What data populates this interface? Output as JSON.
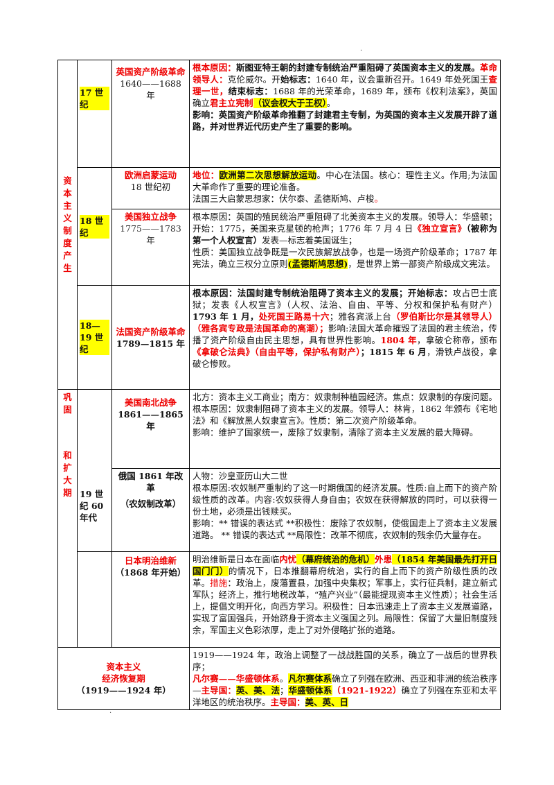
{
  "page": {
    "top_dot": "·",
    "bottom_dot": "·"
  },
  "sec1": {
    "label": "资本主义制度产生"
  },
  "sec2": {
    "label1": "巩固",
    "label2": "和扩大期"
  },
  "r1": {
    "century": "17 世纪",
    "title": "英国资产阶级革命",
    "years": "1640——1688 年",
    "t1": "根本原因：",
    "t2": "斯图亚特王朝的封建专制统治严重阻碍了英国资本主义的发展。",
    "t3": "革命领导人：",
    "t4": "克伦威尔。开",
    "t5": "始标志：",
    "t6": "1640 年，议会重新召开。1649 年处死国王",
    "t7": "查理一世，",
    "t8": "结束标志：",
    "t9": "1688 年的光荣革命，1689 年，颁布《权利法案》，英国确立",
    "t10": "君主立宪制",
    "t11": "（议会权大于王权）",
    "t12": "。",
    "t13": "影响：英国资产阶级革命推翻了封建君主专制，为英国的资本主义发展开辟了道路，并对世界近代历史产生了重要的影响。"
  },
  "r2": {
    "century": "18 世纪",
    "title": "欧洲启蒙运动",
    "years": "18 世纪初",
    "t1": "地位：",
    "t2": "欧洲第二次思想解放运动",
    "t3": "。中心在法国。核心：理性主义。作用;为法国大革命作了重要的理论准备。",
    "t4": "法国三大启蒙思想家：伏尔泰、孟德斯鸠、卢梭",
    "t5": "。"
  },
  "r3": {
    "title": "美国独立战争",
    "years": "1775——1783 年",
    "t1": "根本原因：英国的殖民统治严重阻碍了北美资本主义的发展。领导人：华盛顿；开始：1775，美国来克星顿的枪声；1776 年 7 月 4 日",
    "t2": "《独立宣言》",
    "t3": "（被称为第一个人权宣言）",
    "t4": "发表—标志着美国诞生；",
    "t5": "性质：美国独立战争既是一次民族解放战争，也是一场资产阶级革命；1787 年宪法，确立三权分立原则",
    "t6": "(孟德斯鸠思想)",
    "t7": "，是世界上第一部资产阶级成文宪法。"
  },
  "r4": {
    "century": "18—19 世纪",
    "title": "法国资产阶级革命",
    "years": "1789—1815 年",
    "t1": "根本原因：法国封建专制统治阻碍了资本主义的发展；开始标志：",
    "t2": "攻占巴士底狱；发表《人权宣言》（人权、法治、自由、平等、分权和保护私有财产）",
    "t3": "1793 年 1 月，",
    "t4": "处死国王路易十六",
    "t5": "；雅各宾派上台",
    "t6": "（罗伯斯比尔是其领导人）",
    "t7": "（",
    "t8": "雅各宾专政是法国革命的高潮）",
    "t9": "；",
    "t10": "影响:法国大革命摧毁了法国的君主统治，传播了资产阶级自由民主思想，具有世界性影响。",
    "t11": "1804 年",
    "t12": "，拿破仑称帝，颁布",
    "t13": "《拿破仑法典》（自由平等，保护私有财产）",
    "t14": "；1815 年 6 月",
    "t15": "，滑铁卢战役，拿破仑惨败。"
  },
  "r5": {
    "title": "美国南北战争",
    "years": "1861——1865 年",
    "t1": "北方：资本主义工商业；南方：奴隶制种植园经济。焦点：奴隶制的存废问题。根本原因：奴隶制阻碍了资本主义的发展。领导人：林肯，1862 年颁布《宅地法》和《解放黑人奴隶宣言》。性质：第二次资产阶级革命。",
    "t2": "影响：维护了国家统一，废除了奴隶制，清除了资本主义发展的最大障碍。"
  },
  "r6": {
    "century": "19 世纪 60 年代",
    "title": "俄国 1861 年改革",
    "sub": "（农奴制改革）",
    "t1": "人物：沙皇亚历山大二世",
    "t2": "根本原因:农奴制严重制约了这一时期俄国的经济发展。性质:自上而下的资产阶级性质的改革。内容:农奴获得人身自由；农奴在获得解放的同时，可以获得一份土地，必须是出钱赎买。",
    "t3": "影响：** 错误的表达式 **积极性：废除了农奴制，使俄国走上了资本主义发展道路。 ** 错误的表达式 **局限性：改革不彻底，农奴制的残余仍大量存在。"
  },
  "r7": {
    "title": "日本明治维新",
    "sub": "（1868 年开始）",
    "t1": "明治维新是日本在面临",
    "t2": "内忧",
    "t3": "（幕府统治的危机）",
    "t4": "外患",
    "t5": "（1854 年美国最先打开日国门门）",
    "t6": "的情况下，日本推翻幕府统治，实行的自上而下的资产阶级性质的改革。",
    "t7": "措施",
    "t8": "：政治上，废藩置县，加强中央集权；军事上，实行征兵制，建立新式军队；经济上，推行地税改革，“殖产兴业”（最能提现资本主义性质）；社会生活上，提倡文明开化，向西方学习。积极性：日本迅速走上了资本主义发展道路，实现了富国强兵，开始跻身于资本主义强国之列。局限性：保留了大量旧制度残余，军国主义色彩浓厚，走上了对外侵略扩张的道路。"
  },
  "r8": {
    "title1": "资本主义",
    "title2": "经济恢复期",
    "years": "（1919——1924 年）",
    "t1": "1919——1924 年，政治上调整了一战战胜国的关系，确立了一战后的世界秩序；",
    "t2": "凡尔赛——华盛顿体系",
    "t3": "。",
    "t4": "凡尔赛体系",
    "t5": "确立了列强在欧洲、西亚和非洲的统治秩序—",
    "t6": "主导国：",
    "t7": "英、美、法",
    "t8": "；",
    "t9": "华盛顿体系",
    "t10": "（1921-1922）",
    "t11": "确立了列强在东亚和太平洋地区的统治秩序。",
    "t12": "主导国：",
    "t13": "美、英、日"
  }
}
